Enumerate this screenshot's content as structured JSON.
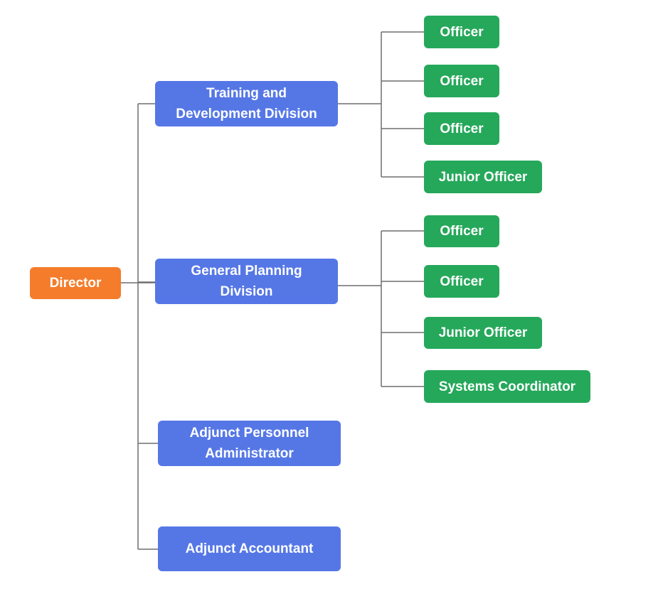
{
  "org_chart": {
    "root": {
      "label": "Director",
      "color": "#f47c2b"
    },
    "divisions": [
      {
        "label": "Training and\nDevelopment Division",
        "color": "#5577e6",
        "members": [
          "Officer",
          "Officer",
          "Officer",
          "Junior Officer"
        ]
      },
      {
        "label": "General Planning\nDivision",
        "color": "#5577e6",
        "members": [
          "Officer",
          "Officer",
          "Junior Officer",
          "Systems Coordinator"
        ]
      },
      {
        "label": "Adjunct Personnel\nAdministrator",
        "color": "#5577e6",
        "members": []
      },
      {
        "label": "Adjunct Accountant",
        "color": "#5577e6",
        "members": []
      }
    ],
    "member_color": "#25a85a",
    "connector_color": "#6f6f6f"
  }
}
